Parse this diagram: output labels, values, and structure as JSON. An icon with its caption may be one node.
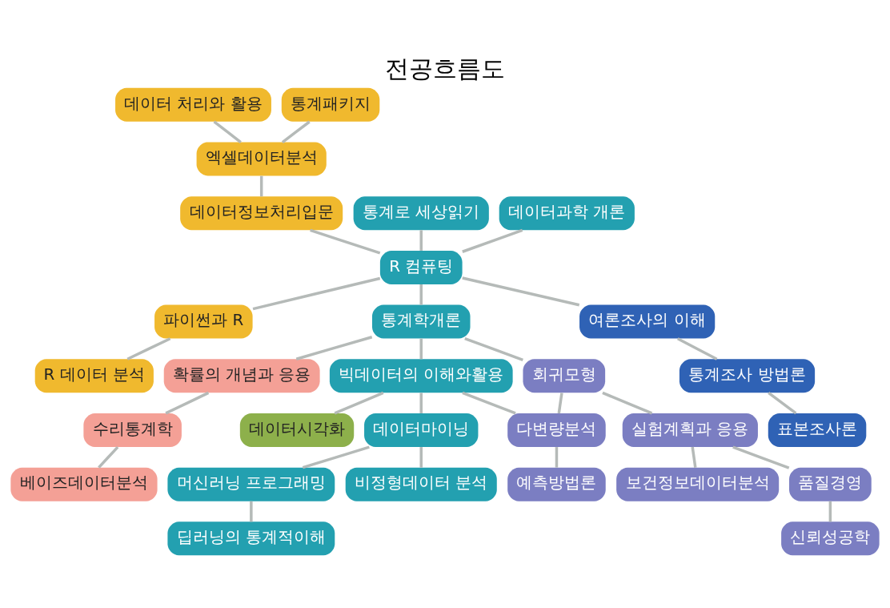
{
  "diagram": {
    "title": "전공흐름도",
    "nodes": [
      {
        "text": [
          "데이터 처리와 활용"
        ]
      },
      {
        "text": [
          "통계패키지"
        ]
      },
      {
        "text": [
          "엑셀데이터분석"
        ]
      },
      {
        "text": [
          "데이터정보처리입문"
        ]
      },
      {
        "text": [
          "통계로 세상읽기"
        ]
      },
      {
        "text": [
          "R 컴퓨팅"
        ]
      },
      {
        "text": [
          "데이터과학 개론"
        ]
      },
      {
        "text": [
          "파이썬과 R"
        ]
      },
      {
        "text": [
          "R 데이터 분석"
        ]
      },
      {
        "text": [
          "통계학개론"
        ]
      },
      {
        "text": [
          "여론조사의 이해"
        ]
      },
      {
        "text": [
          "통계조사 방법론"
        ]
      },
      {
        "text": [
          "표본조사론"
        ]
      },
      {
        "text": [
          "확률의 개념과 응용"
        ]
      },
      {
        "text": [
          "수리통계학"
        ]
      },
      {
        "text": [
          "베이즈데이터분석"
        ]
      },
      {
        "text": [
          "데이터시각화"
        ]
      },
      {
        "text": [
          "빅데이터의 이해와활용"
        ]
      },
      {
        "text": [
          "데이터마이닝"
        ]
      },
      {
        "text": [
          "머신러닝 프로그래밍"
        ]
      },
      {
        "text": [
          "딥러닝의 통계적이해"
        ]
      },
      {
        "text": [
          "비정형데이터 분석"
        ]
      },
      {
        "text": [
          "회귀모형"
        ]
      },
      {
        "text": [
          "다변량분석"
        ]
      },
      {
        "text": [
          "예측방법론"
        ]
      },
      {
        "text": [
          "실험계획과 응용"
        ]
      },
      {
        "text": [
          "보건정보데이터분석"
        ]
      },
      {
        "text": [
          "품질경영"
        ]
      },
      {
        "text": [
          "신뢰성공학"
        ]
      }
    ],
    "edges": [
      {
        "from": 0,
        "to": 2,
        "arrow": "none"
      },
      {
        "from": 1,
        "to": 2,
        "arrow": "none"
      },
      {
        "from": 2,
        "to": 3,
        "arrow": "none"
      },
      {
        "from": 3,
        "to": 5,
        "arrow": "none"
      },
      {
        "from": 4,
        "to": 5,
        "arrow": "none"
      },
      {
        "from": 6,
        "to": 5,
        "arrow": "none"
      },
      {
        "from": 5,
        "to": 7,
        "arrow": "none"
      },
      {
        "from": 7,
        "to": 8,
        "arrow": "none"
      },
      {
        "from": 5,
        "to": 9,
        "arrow": "none"
      },
      {
        "from": 5,
        "to": 10,
        "arrow": "none"
      },
      {
        "from": 10,
        "to": 11,
        "arrow": "none"
      },
      {
        "from": 11,
        "to": 12,
        "arrow": "none"
      },
      {
        "from": 9,
        "to": 13,
        "arrow": "none"
      },
      {
        "from": 13,
        "to": 14,
        "arrow": "none"
      },
      {
        "from": 14,
        "to": 15,
        "arrow": "none"
      },
      {
        "from": 9,
        "to": 17,
        "arrow": "none"
      },
      {
        "from": 17,
        "to": 16,
        "arrow": "none"
      },
      {
        "from": 9,
        "to": 22,
        "arrow": "none"
      },
      {
        "from": 22,
        "to": 23,
        "arrow": "none"
      },
      {
        "from": 23,
        "to": 24,
        "arrow": "none"
      },
      {
        "from": 17,
        "to": 23,
        "arrow": "none"
      },
      {
        "from": 17,
        "to": 18,
        "arrow": "none"
      },
      {
        "from": 18,
        "to": 19,
        "arrow": "none"
      },
      {
        "from": 19,
        "to": 20,
        "arrow": "none"
      },
      {
        "from": 18,
        "to": 21,
        "arrow": "none"
      },
      {
        "from": 22,
        "to": 25,
        "arrow": "none"
      },
      {
        "from": 25,
        "to": 26,
        "arrow": "none"
      },
      {
        "from": 25,
        "to": 27,
        "arrow": "none"
      },
      {
        "from": 27,
        "to": 28,
        "arrow": "none"
      }
    ]
  }
}
